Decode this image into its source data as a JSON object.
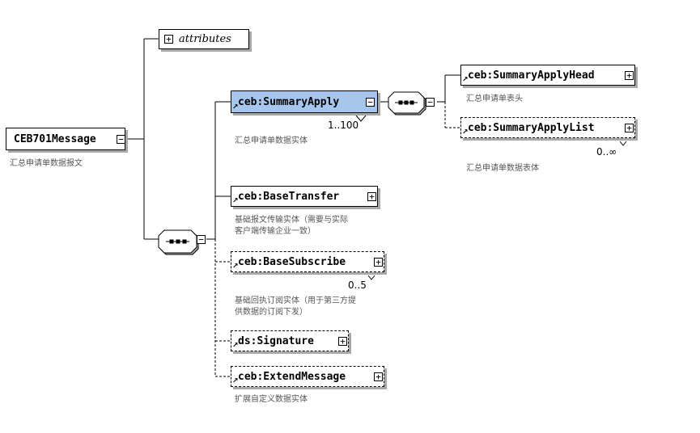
{
  "root": {
    "label": "CEB701Message",
    "desc": "汇总申请单数据报文"
  },
  "attributes": {
    "label": "attributes"
  },
  "summary_apply": {
    "label": "ceb:SummaryApply",
    "cardinality": "1..100",
    "desc": "汇总申请单数据实体"
  },
  "summary_apply_head": {
    "label": "ceb:SummaryApplyHead",
    "desc": "汇总申请单表头"
  },
  "summary_apply_list": {
    "label": "ceb:SummaryApplyList",
    "cardinality": "0..∞",
    "desc": "汇总申请单数据表体"
  },
  "base_transfer": {
    "label": "ceb:BaseTransfer",
    "desc_line1": "基础报文传输实体（需要与实际",
    "desc_line2": "客户端传输企业一致）"
  },
  "base_subscribe": {
    "label": "ceb:BaseSubscribe",
    "cardinality": "0..5",
    "desc_line1": "基础回执订阅实体（用于第三方提",
    "desc_line2": "供数据的订阅下发）"
  },
  "signature": {
    "label": "ds:Signature"
  },
  "extend_message": {
    "label": "ceb:ExtendMessage",
    "desc": "扩展自定义数据实体"
  },
  "icons": {
    "expand": "+",
    "collapse": "−",
    "reference": "↗"
  },
  "colors": {
    "selected": "#a7c6ee",
    "line": "#000000",
    "shadow": "#a8a8a8"
  }
}
